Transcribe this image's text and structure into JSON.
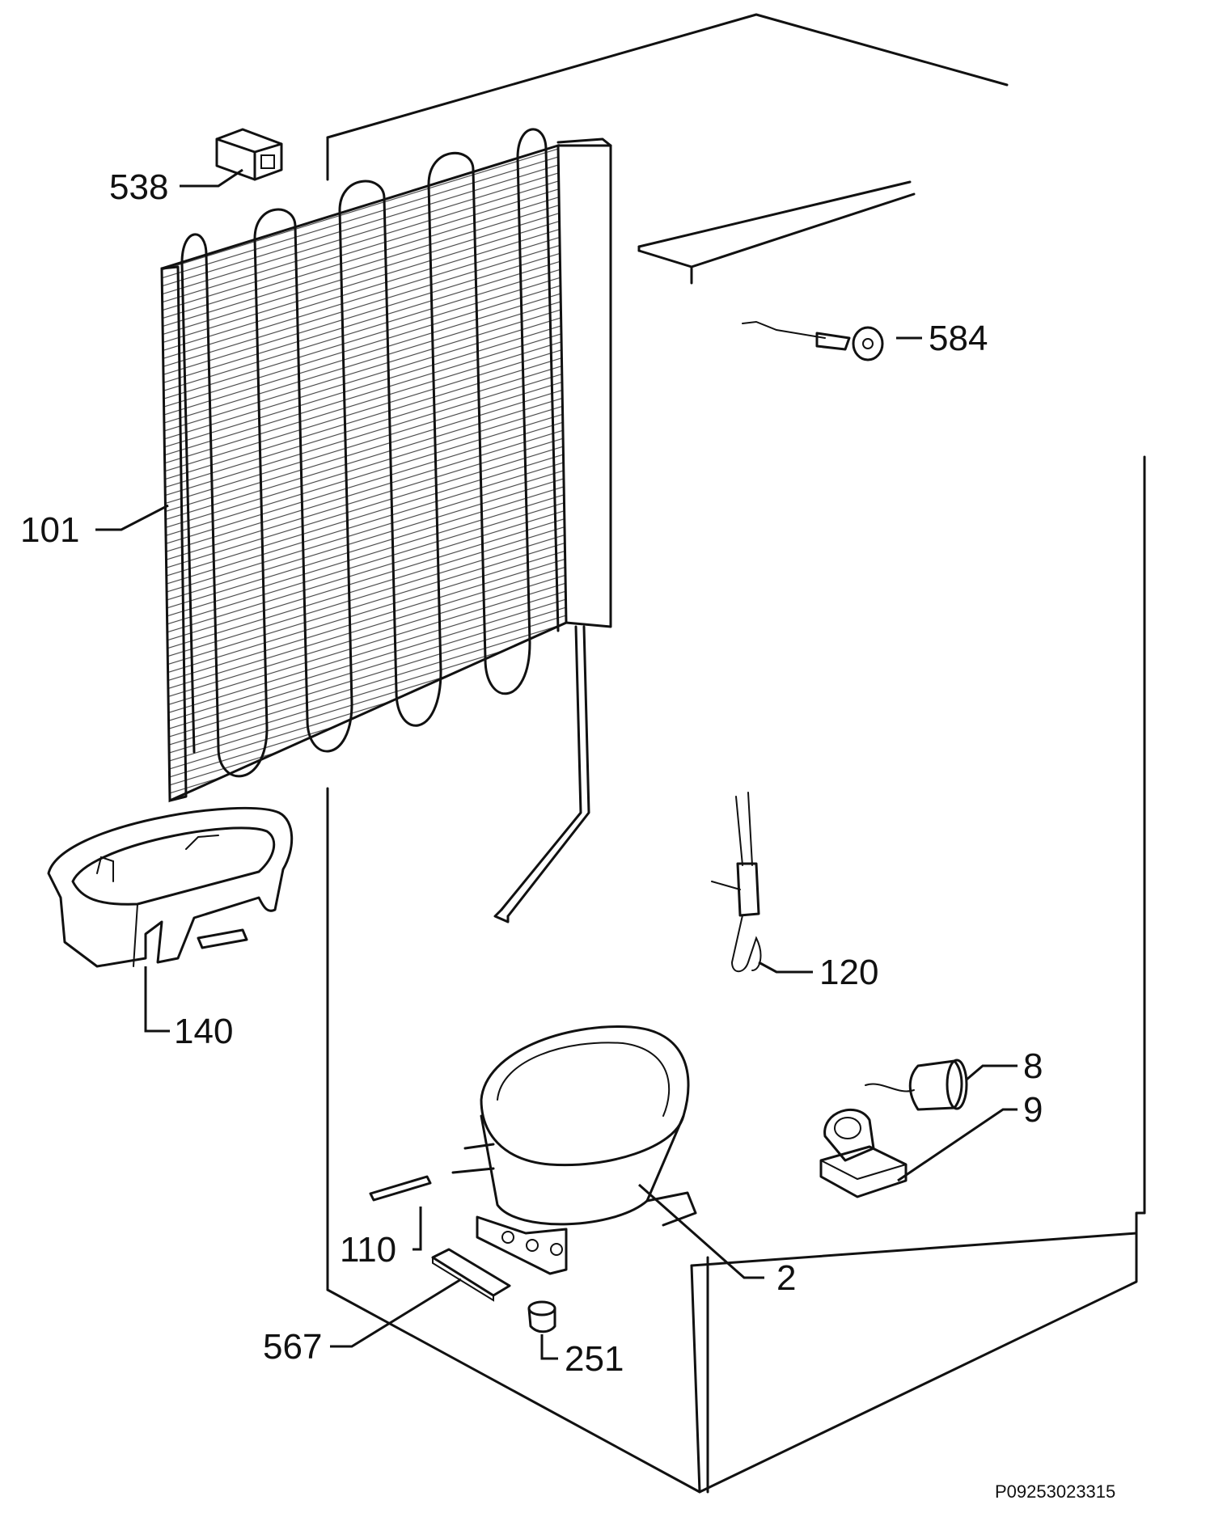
{
  "parts": [
    {
      "id": "538",
      "label": "538"
    },
    {
      "id": "584",
      "label": "584"
    },
    {
      "id": "101",
      "label": "101"
    },
    {
      "id": "140",
      "label": "140"
    },
    {
      "id": "120",
      "label": "120"
    },
    {
      "id": "8",
      "label": "8"
    },
    {
      "id": "9",
      "label": "9"
    },
    {
      "id": "110",
      "label": "110"
    },
    {
      "id": "2",
      "label": "2"
    },
    {
      "id": "567",
      "label": "567"
    },
    {
      "id": "251",
      "label": "251"
    }
  ],
  "drawing_code": "P09253023315"
}
